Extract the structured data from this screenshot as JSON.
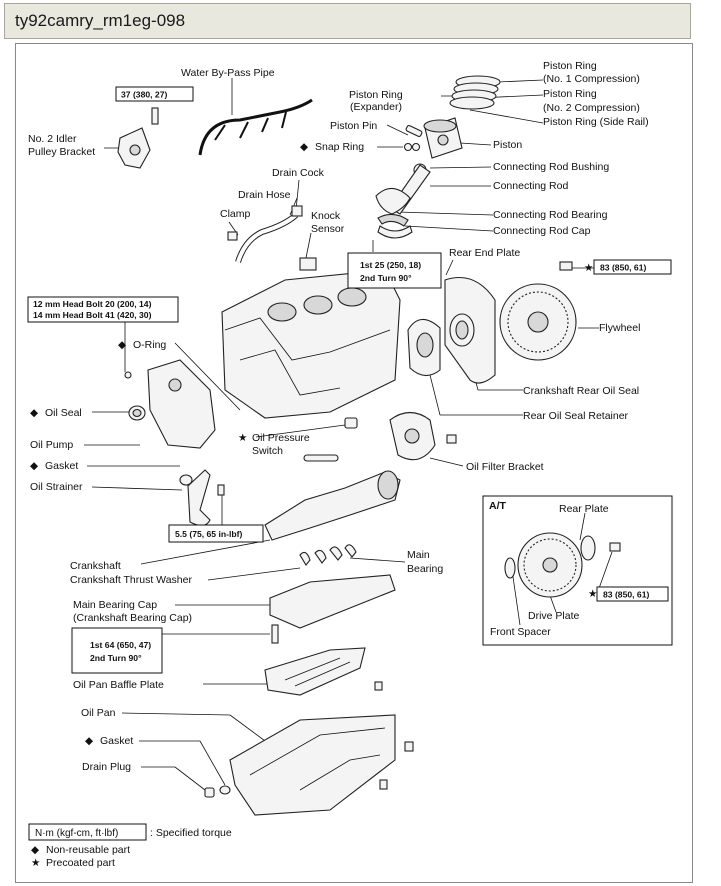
{
  "window": {
    "title": "ty92camry_rm1eg-098"
  },
  "labels": {
    "water_bypass_pipe": "Water By-Pass Pipe",
    "piston_ring_no1_a": "Piston Ring",
    "piston_ring_no1_b": "(No. 1 Compression)",
    "piston_ring_exp_a": "Piston Ring",
    "piston_ring_exp_b": "(Expander)",
    "piston_ring_no2_a": "Piston Ring",
    "piston_ring_no2_b": "(No. 2 Compression)",
    "piston_ring_side": "Piston Ring (Side Rail)",
    "piston_pin": "Piston Pin",
    "piston": "Piston",
    "snap_ring": "Snap Ring",
    "idler_a": "No. 2 Idler",
    "idler_b": "Pulley Bracket",
    "conrod_bushing": "Connecting Rod Bushing",
    "conrod": "Connecting Rod",
    "drain_cock": "Drain Cock",
    "drain_hose": "Drain Hose",
    "clamp": "Clamp",
    "knock_a": "Knock",
    "knock_b": "Sensor",
    "conrod_bearing": "Connecting Rod Bearing",
    "conrod_cap": "Connecting Rod Cap",
    "rear_end_plate": "Rear End Plate",
    "flywheel": "Flywheel",
    "oring": "O-Ring",
    "crank_rear_seal": "Crankshaft Rear Oil Seal",
    "rear_seal_retainer": "Rear Oil Seal Retainer",
    "oil_seal": "Oil Seal",
    "oil_pump": "Oil Pump",
    "oil_pressure_a": "Oil Pressure",
    "oil_pressure_b": "Switch",
    "oil_filter_bracket": "Oil Filter Bracket",
    "gasket1": "Gasket",
    "oil_strainer": "Oil Strainer",
    "at": "A/T",
    "rear_plate": "Rear Plate",
    "crankshaft": "Crankshaft",
    "thrust_washer": "Crankshaft Thrust Washer",
    "main_bearing_a": "Main",
    "main_bearing_b": "Bearing",
    "main_cap_a": "Main Bearing Cap",
    "main_cap_b": "(Crankshaft Bearing Cap)",
    "drive_plate": "Drive Plate",
    "front_spacer": "Front Spacer",
    "baffle": "Oil Pan Baffle Plate",
    "oil_pan": "Oil Pan",
    "gasket2": "Gasket",
    "drain_plug": "Drain Plug"
  },
  "torques": {
    "bypass": "37 (380, 27)",
    "conrod_a": "1st 25 (250, 18)",
    "conrod_b": "2nd Turn 90°",
    "flywheel": "83 (850, 61)",
    "head_a": "12 mm Head Bolt 20 (200, 14)",
    "head_b": "14 mm Head Bolt 41 (420, 30)",
    "strainer": "5.5 (75, 65 in-lbf)",
    "driveplate": "83 (850, 61)",
    "main_a": "1st 64 (650, 47)",
    "main_b": "2nd Turn 90°"
  },
  "legend": {
    "torque_box": "N·m (kgf-cm, ft·lbf)",
    "torque_desc": ": Specified torque",
    "nonreusable": "Non-reusable part",
    "precoated": "Precoated part",
    "diamond": "◆",
    "star": "★"
  }
}
